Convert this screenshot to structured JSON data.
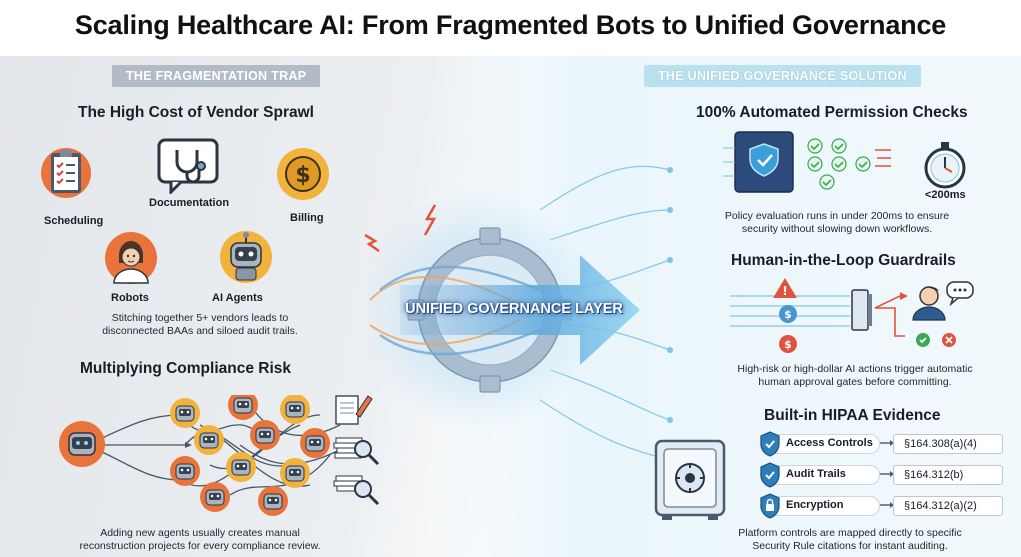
{
  "title": "Scaling Healthcare AI: From Fragmented Bots to Unified Governance",
  "left": {
    "section_label": "THE FRAGMENTATION TRAP",
    "vendor_sprawl": {
      "heading": "The High Cost of Vendor Sprawl",
      "items": {
        "scheduling": "Scheduling",
        "documentation": "Documentation",
        "billing": "Billing",
        "robots": "Robots",
        "ai_agents": "AI Agents"
      },
      "description_line1": "Stitching together 5+ vendors leads to",
      "description_line2": "disconnected BAAs and siloed audit trails."
    },
    "compliance_risk": {
      "heading": "Multiplying Compliance Risk",
      "description_line1": "Adding new agents usually creates manual",
      "description_line2": "reconstruction projects for every compliance review."
    }
  },
  "center": {
    "hub_label": "UNIFIED GOVERNANCE LAYER"
  },
  "right": {
    "section_label": "THE UNIFIED GOVERNANCE SOLUTION",
    "permissions": {
      "heading": "100% Automated Permission Checks",
      "timer_label": "<200ms",
      "description_line1": "Policy evaluation runs in under 200ms to ensure",
      "description_line2": "security without slowing down workflows."
    },
    "guardrails": {
      "heading": "Human-in-the-Loop Guardrails",
      "description_line1": "High-risk or high-dollar AI actions trigger automatic",
      "description_line2": "human approval gates before committing."
    },
    "hipaa": {
      "heading": "Built-in HIPAA Evidence",
      "rows": [
        {
          "control": "Access Controls",
          "citation": "§164.308(a)(4)"
        },
        {
          "control": "Audit Trails",
          "citation": "§164.312(b)"
        },
        {
          "control": "Encryption",
          "citation": "§164.312(a)(2)"
        }
      ],
      "description_line1": "Platform controls are mapped directly to specific",
      "description_line2": "Security Rule citations for instant auditing."
    }
  },
  "colors": {
    "left_pill": "#b3bcc6",
    "right_pill": "#b9e1ef",
    "accent_blue": "#2c7fb8",
    "accent_red": "#e0533d",
    "accent_gold": "#f2b33d",
    "accent_green": "#3aa856"
  },
  "icons": [
    "clipboard-icon",
    "stethoscope-icon",
    "dollar-coin-icon",
    "doctor-avatar-icon",
    "robot-icon",
    "shield-check-icon",
    "stopwatch-icon",
    "warning-icon",
    "gate-icon",
    "user-icon",
    "chat-bubble-icon",
    "vault-icon",
    "document-icon",
    "magnifier-icon"
  ]
}
